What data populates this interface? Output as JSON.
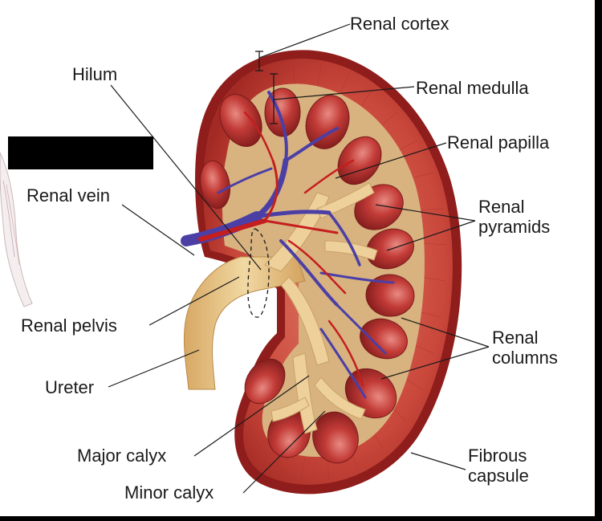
{
  "labels": {
    "renal_cortex": "Renal cortex",
    "hilum": "Hilum",
    "renal_medulla": "Renal medulla",
    "renal_papilla": "Renal papilla",
    "renal_vein": "Renal vein",
    "renal_pyramids_1": "Renal",
    "renal_pyramids_2": "pyramids",
    "renal_pelvis": "Renal pelvis",
    "renal_columns_1": "Renal",
    "renal_columns_2": "columns",
    "ureter": "Ureter",
    "major_calyx": "Major calyx",
    "fibrous_capsule_1": "Fibrous",
    "fibrous_capsule_2": "capsule",
    "minor_calyx": "Minor calyx"
  },
  "colors": {
    "capsule": "#8e1d1b",
    "cortex": "#c64a3f",
    "medulla_pyramid": "#b8322e",
    "vein": "#4b3fa6",
    "artery": "#c41e1e",
    "pelvis": "#e7c48a",
    "leader_line": "#1a1a1a"
  }
}
